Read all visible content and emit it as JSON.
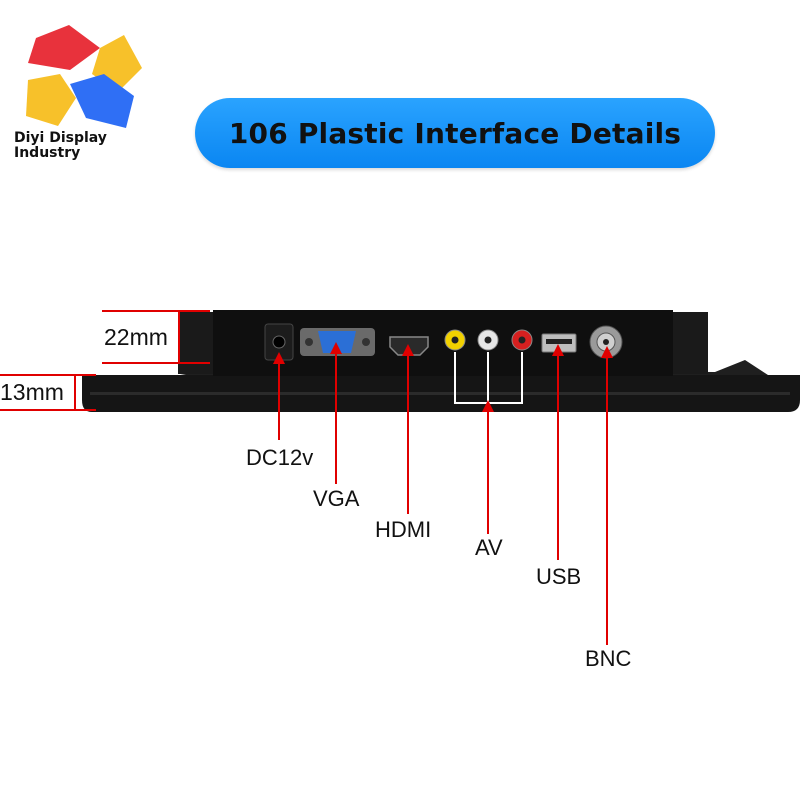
{
  "brand": {
    "line1": "Diyi Display",
    "line2": "Industry"
  },
  "title": "106 Plastic Interface Details",
  "dimensions": {
    "back_height": "22mm",
    "edge_height": "13mm"
  },
  "ports": [
    {
      "id": "dc",
      "label": "DC12v"
    },
    {
      "id": "vga",
      "label": "VGA"
    },
    {
      "id": "hdmi",
      "label": "HDMI"
    },
    {
      "id": "av",
      "label": "AV"
    },
    {
      "id": "usb",
      "label": "USB"
    },
    {
      "id": "bnc",
      "label": "BNC"
    }
  ],
  "colors": {
    "pill": "#0a86f2",
    "leader": "#e00000",
    "logo_red": "#e8323c",
    "logo_yellow": "#f7c12a",
    "logo_blue": "#2f6ff5",
    "bezel": "#151515"
  }
}
